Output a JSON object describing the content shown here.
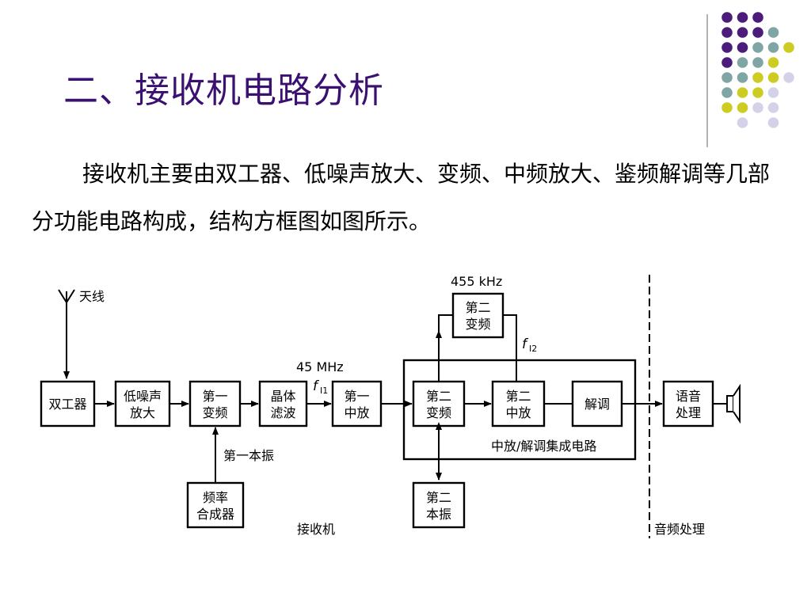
{
  "slide": {
    "title": "二、接收机电路分析",
    "body": "接收机主要由双工器、低噪声放大、变频、中频放大、鉴频解调等几部分功能电路构成，结构方框图如图所示。"
  },
  "decoration": {
    "colors": {
      "purple": "#4b1c7a",
      "teal": "#7fa6a4",
      "yellow": "#cccc22",
      "lavender": "#d4d2e8",
      "line": "#9a9a9a"
    }
  },
  "diagram": {
    "antenna_label": "天线",
    "blocks": {
      "duplexer": [
        "双工器"
      ],
      "lna": [
        "低噪声",
        "放大"
      ],
      "mixer1": [
        "第一",
        "变频"
      ],
      "crystal_filter": [
        "晶体",
        "滤波"
      ],
      "if1": [
        "第一",
        "中放"
      ],
      "mixer2": [
        "第二",
        "变频"
      ],
      "if2": [
        "第二",
        "中放"
      ],
      "demod": [
        "解调"
      ],
      "speech": [
        "语音",
        "处理"
      ],
      "synth": [
        "频率",
        "合成器"
      ],
      "lo2": [
        "第二",
        "本振"
      ],
      "lo2_top": [
        "第二",
        "变频"
      ]
    },
    "labels": {
      "freq_455": "455 kHz",
      "freq_45": "45 MHz",
      "f_symbol": "f",
      "f11_sub": "I1",
      "f12_sub": "I2",
      "lo1": "第一本振",
      "ic_label": "中放/解调集成电路",
      "receiver": "接收机",
      "audio": "音频处理"
    }
  }
}
